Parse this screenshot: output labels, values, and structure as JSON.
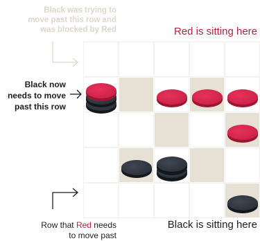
{
  "labels": {
    "top_note_line1": "Black was trying to",
    "top_note_line2": "move past this row and",
    "top_note_line3": "was blocked by Red",
    "red_sitting": "Red is sitting here",
    "black_now_line1": "Black now",
    "black_now_line2": "needs to move",
    "black_now_line3": "past this row",
    "row_need_prefix": "Row that ",
    "row_need_red": "Red",
    "row_need_suffix": " needs",
    "row_need_line2": "to move past",
    "black_sitting": "Black is sitting here"
  },
  "board": {
    "rows": 5,
    "cols": 5,
    "dark_squares": [
      [
        1,
        1
      ],
      [
        1,
        3
      ],
      [
        2,
        2
      ],
      [
        2,
        4
      ],
      [
        3,
        1
      ],
      [
        3,
        3
      ],
      [
        4,
        4
      ]
    ],
    "pieces": [
      {
        "row": 1,
        "col": 0,
        "stack": [
          "black",
          "black",
          "red"
        ]
      },
      {
        "row": 1,
        "col": 2,
        "stack": [
          "red"
        ]
      },
      {
        "row": 1,
        "col": 3,
        "stack": [
          "red"
        ]
      },
      {
        "row": 1,
        "col": 4,
        "stack": [
          "red"
        ]
      },
      {
        "row": 2,
        "col": 4,
        "stack": [
          "red"
        ]
      },
      {
        "row": 3,
        "col": 1,
        "stack": [
          "black"
        ]
      },
      {
        "row": 3,
        "col": 2,
        "stack": [
          "black",
          "black"
        ]
      },
      {
        "row": 4,
        "col": 4,
        "stack": [
          "black"
        ]
      }
    ]
  },
  "colors": {
    "red": "#b8213e",
    "light_square": "#ffffff",
    "dark_square": "#e6e1d4",
    "faded_text": "#ddd7c9"
  }
}
